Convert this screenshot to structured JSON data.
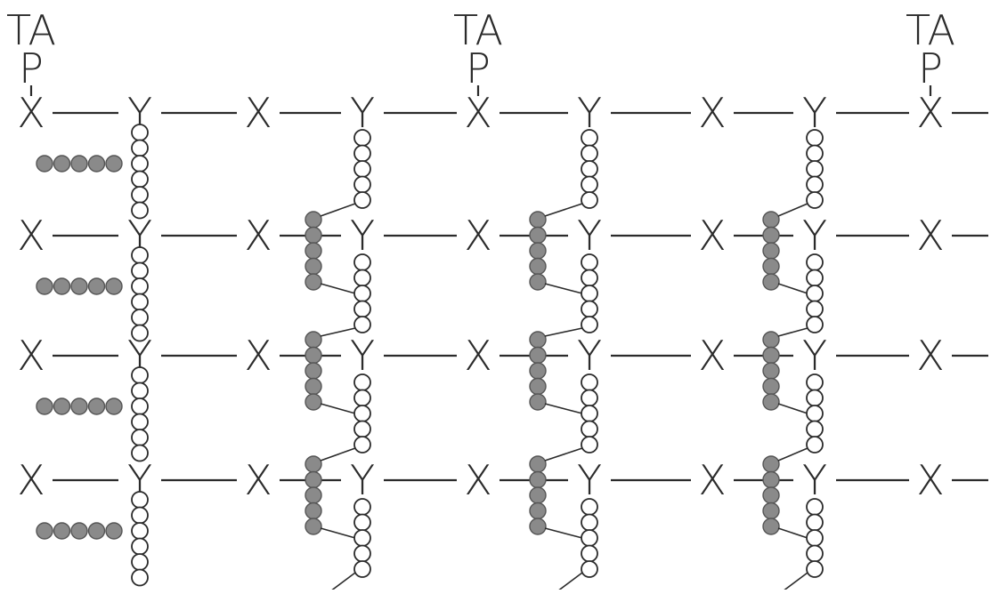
{
  "diagram": {
    "teichoic_labels": [
      {
        "ta": "TA",
        "p": "P"
      },
      {
        "ta": "TA",
        "p": "P"
      },
      {
        "ta": "TA",
        "p": "P"
      }
    ],
    "glycan_rows": [
      {
        "units": [
          "X",
          "Y",
          "X",
          "Y",
          "X",
          "Y",
          "X",
          "Y",
          "X"
        ]
      },
      {
        "units": [
          "X",
          "Y",
          "X",
          "Y",
          "X",
          "Y",
          "X",
          "Y",
          "X"
        ]
      },
      {
        "units": [
          "X",
          "Y",
          "X",
          "Y",
          "X",
          "Y",
          "X",
          "Y",
          "X"
        ]
      },
      {
        "units": [
          "X",
          "Y",
          "X",
          "Y",
          "X",
          "Y",
          "X",
          "Y",
          "X"
        ]
      }
    ],
    "colors": {
      "line": "#2b2b2b",
      "open_bead": "#ffffff",
      "filled_bead": "#8a8a8a"
    }
  }
}
